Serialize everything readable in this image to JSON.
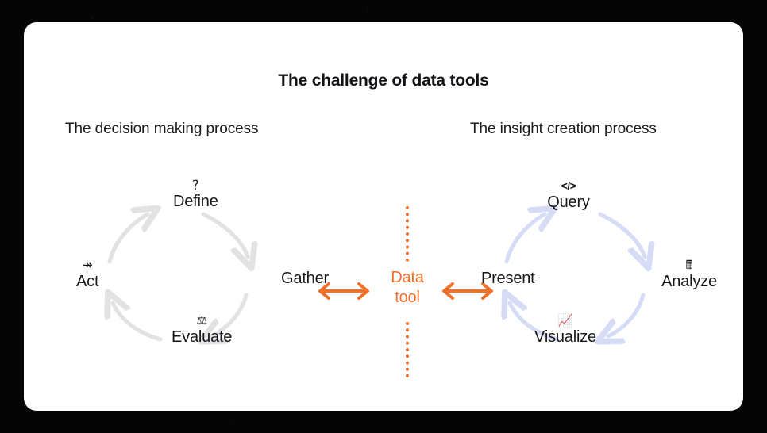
{
  "card": {
    "title": "The challenge of data tools",
    "bg": "#ffffff",
    "frame_color": "#050505"
  },
  "colors": {
    "accent_orange": "#F2702A",
    "left_arrow_gray": "#E2E2E4",
    "right_arrow_lavender": "#D6DCF5",
    "text_dark": "#16171a"
  },
  "left": {
    "title": "The decision making process",
    "arrow_color": "#E2E2E4",
    "nodes": [
      {
        "label": "Define",
        "icon": "question-mark-icon",
        "glyph": "?",
        "position": "top"
      },
      {
        "label": "Gather",
        "icon": "",
        "glyph": "",
        "position": "right"
      },
      {
        "label": "Evaluate",
        "icon": "balance-scales-icon",
        "glyph": "⚖",
        "position": "bottom"
      },
      {
        "label": "Act",
        "icon": "fast-forward-arrow-icon",
        "glyph": "↠",
        "position": "left"
      }
    ]
  },
  "right": {
    "title": "The insight creation process",
    "arrow_color": "#D6DCF5",
    "nodes": [
      {
        "label": "Query",
        "icon": "code-brackets-icon",
        "glyph": "</>",
        "position": "top"
      },
      {
        "label": "Analyze",
        "icon": "calculator-icon",
        "glyph": "🖩",
        "position": "right"
      },
      {
        "label": "Visualize",
        "icon": "bar-chart-icon",
        "glyph": "📈",
        "position": "bottom"
      },
      {
        "label": "Present",
        "icon": "",
        "glyph": "",
        "position": "left"
      }
    ]
  },
  "center": {
    "label_line1": "Data",
    "label_line2": "tool",
    "divider": "orange-dotted-vertical-line",
    "left_arrow": "double-headed-arrow",
    "right_arrow": "double-headed-arrow"
  }
}
